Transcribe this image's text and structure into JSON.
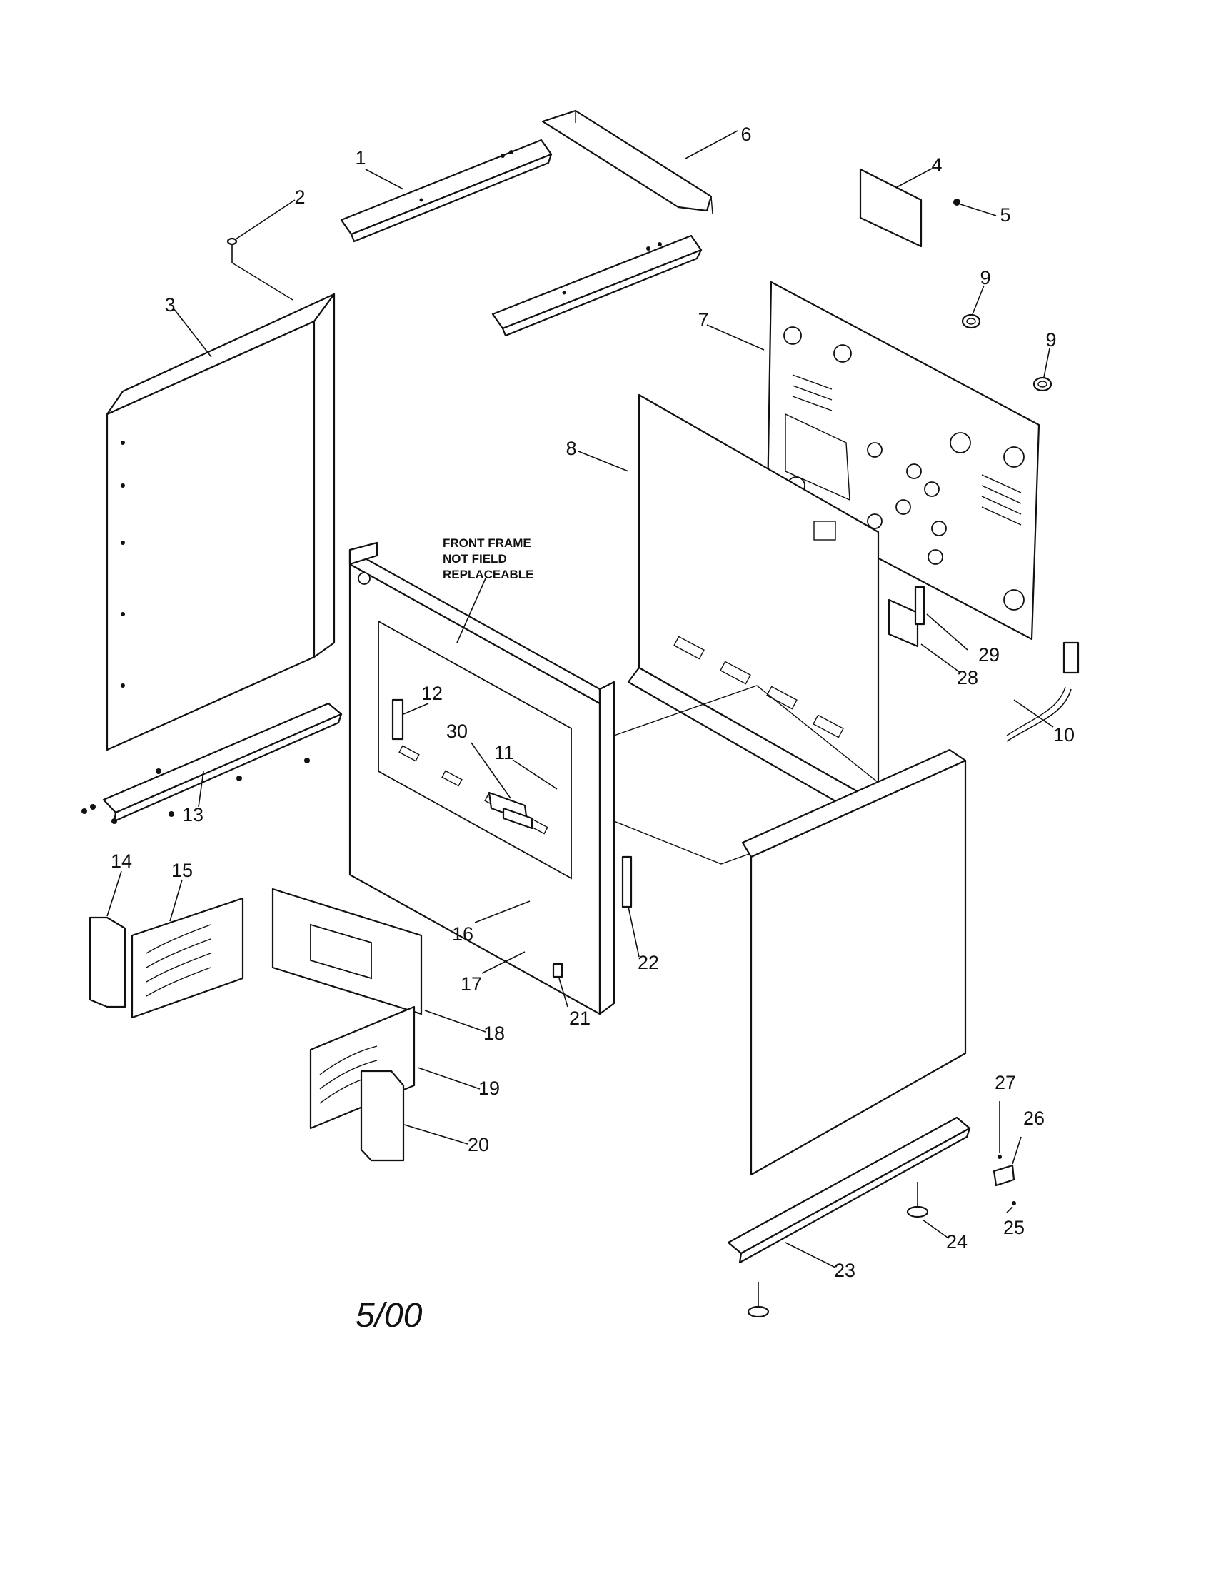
{
  "callouts": {
    "c1": "1",
    "c2": "2",
    "c3": "3",
    "c4": "4",
    "c5": "5",
    "c6": "6",
    "c7": "7",
    "c8": "8",
    "c9a": "9",
    "c9b": "9",
    "c10": "10",
    "c11": "11",
    "c12": "12",
    "c13": "13",
    "c14": "14",
    "c15": "15",
    "c16": "16",
    "c17": "17",
    "c18": "18",
    "c19": "19",
    "c20": "20",
    "c21": "21",
    "c22": "22",
    "c23": "23",
    "c24": "24",
    "c25": "25",
    "c26": "26",
    "c27": "27",
    "c28": "28",
    "c29": "29",
    "c30": "30"
  },
  "note": {
    "line1": "FRONT FRAME",
    "line2": "NOT FIELD",
    "line3": "REPLACEABLE"
  },
  "date_code": "5/00"
}
